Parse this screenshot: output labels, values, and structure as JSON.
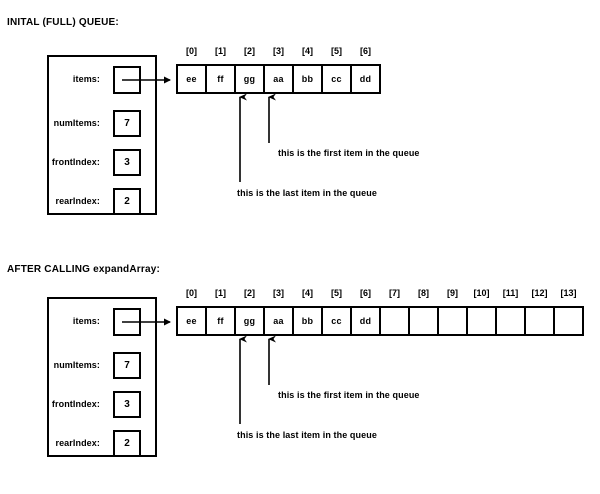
{
  "diagram": {
    "title_note": "Queue circular array expansion diagram",
    "sections": [
      {
        "id": "initial",
        "heading": "INITAL (FULL) QUEUE:",
        "struct": {
          "fields": [
            {
              "label": "items:",
              "value": ""
            },
            {
              "label": "numItems:",
              "value": "7"
            },
            {
              "label": "frontIndex:",
              "value": "3"
            },
            {
              "label": "rearIndex:",
              "value": "2"
            }
          ]
        },
        "array": {
          "indices": [
            "[0]",
            "[1]",
            "[2]",
            "[3]",
            "[4]",
            "[5]",
            "[6]"
          ],
          "values": [
            "ee",
            "ff",
            "gg",
            "aa",
            "bb",
            "cc",
            "dd"
          ],
          "capacity": 7
        },
        "annotations": [
          {
            "text": "this is the first item in the queue",
            "points_to_index": 3
          },
          {
            "text": "this is the last item in the queue",
            "points_to_index": 2
          }
        ]
      },
      {
        "id": "expanded",
        "heading": "AFTER CALLING expandArray:",
        "struct": {
          "fields": [
            {
              "label": "items:",
              "value": ""
            },
            {
              "label": "numItems:",
              "value": "7"
            },
            {
              "label": "frontIndex:",
              "value": "3"
            },
            {
              "label": "rearIndex:",
              "value": "2"
            }
          ]
        },
        "array": {
          "indices": [
            "[0]",
            "[1]",
            "[2]",
            "[3]",
            "[4]",
            "[5]",
            "[6]",
            "[7]",
            "[8]",
            "[9]",
            "[10]",
            "[11]",
            "[12]",
            "[13]"
          ],
          "values": [
            "ee",
            "ff",
            "gg",
            "aa",
            "bb",
            "cc",
            "dd",
            "",
            "",
            "",
            "",
            "",
            "",
            ""
          ],
          "capacity": 14
        },
        "annotations": [
          {
            "text": "this is the first item in the queue",
            "points_to_index": 3
          },
          {
            "text": "this is the last item in the queue",
            "points_to_index": 2
          }
        ]
      }
    ],
    "colors": {
      "stroke": "#000000",
      "background": "#ffffff",
      "text": "#000000"
    }
  }
}
